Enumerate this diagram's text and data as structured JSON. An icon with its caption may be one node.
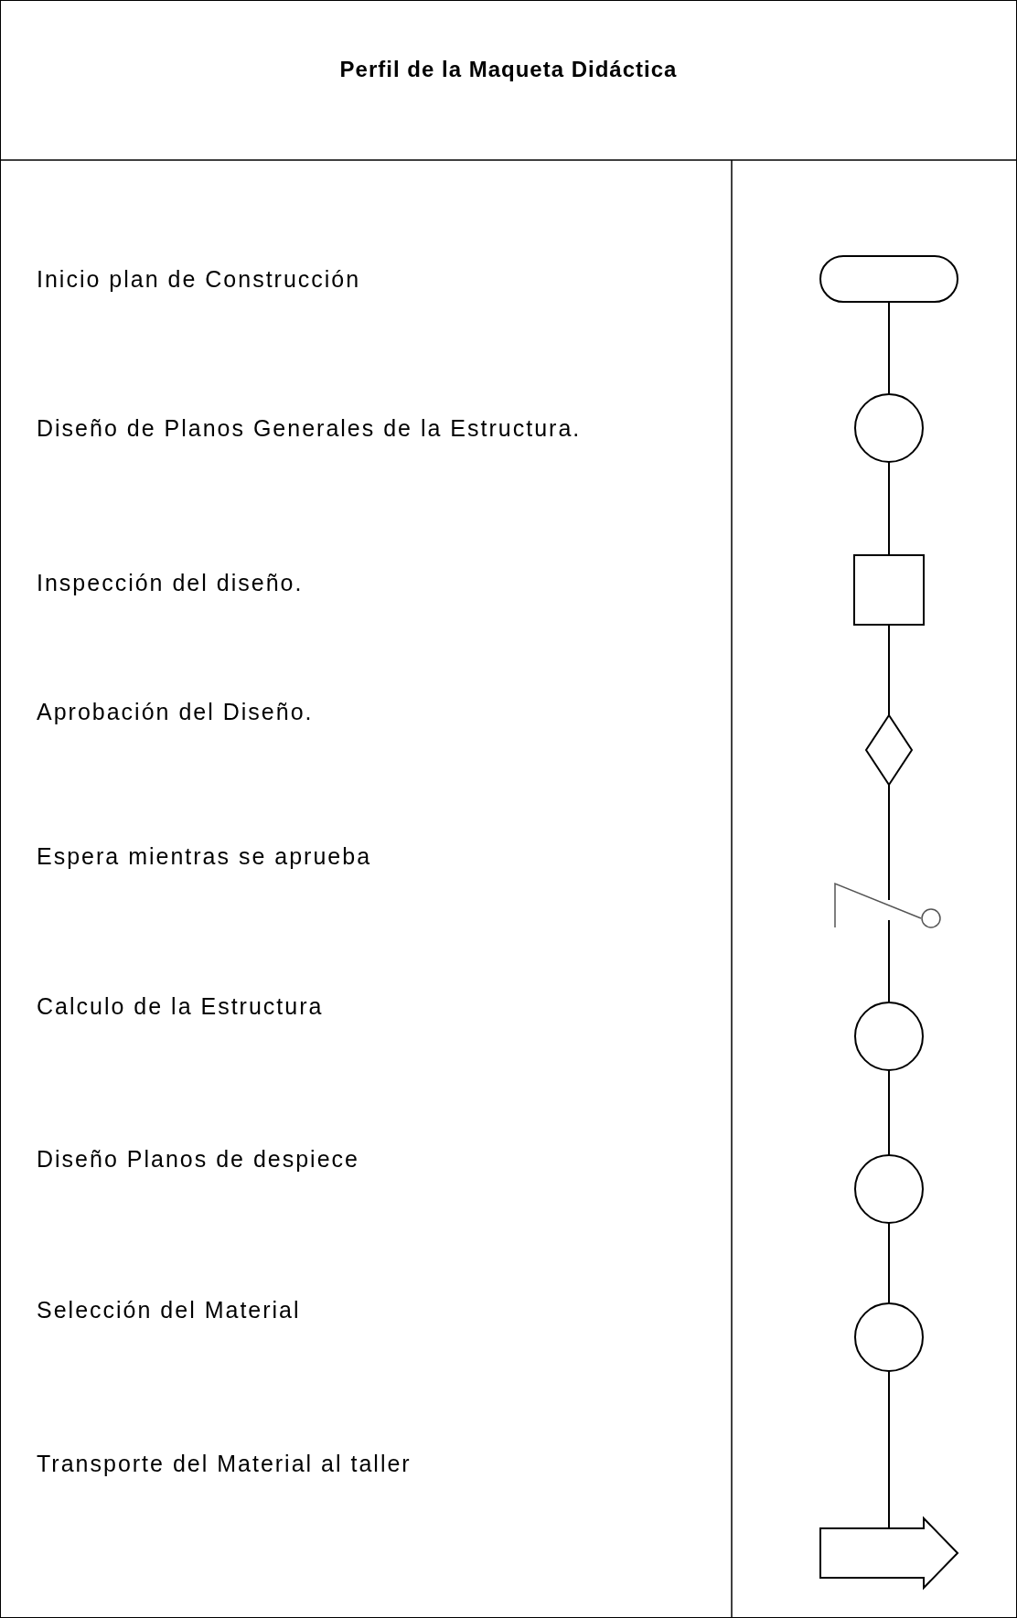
{
  "diagram": {
    "title": "Perfil de la Maqueta Didáctica",
    "nodes": [
      {
        "text": [],
        "shape": "terminal"
      },
      {
        "text": [],
        "shape": "circle"
      },
      {
        "text": [],
        "shape": "box"
      },
      {
        "text": [],
        "shape": "diamond"
      },
      {
        "text": [],
        "shape": "switch"
      },
      {
        "text": [],
        "shape": "circle"
      },
      {
        "text": [],
        "shape": "circle"
      },
      {
        "text": [],
        "shape": "circle"
      },
      {
        "text": [],
        "shape": "arrow"
      }
    ],
    "edges": [
      {
        "from": 0,
        "to": 1,
        "arrow": "none"
      },
      {
        "from": 1,
        "to": 2,
        "arrow": "none"
      },
      {
        "from": 2,
        "to": 3,
        "arrow": "none"
      },
      {
        "from": 3,
        "to": 4,
        "arrow": "none"
      },
      {
        "from": 4,
        "to": 5,
        "arrow": "none"
      },
      {
        "from": 5,
        "to": 6,
        "arrow": "none"
      },
      {
        "from": 6,
        "to": 7,
        "arrow": "none"
      },
      {
        "from": 7,
        "to": 8,
        "arrow": "none"
      }
    ],
    "labels": [
      "Inicio plan de Construcción",
      "Diseño de Planos Generales de la Estructura.",
      "Inspección del diseño.",
      "Aprobación del Diseño.",
      "Espera mientras se aprueba",
      "Calculo de la Estructura",
      "Diseño Planos de despiece",
      "Selección del Material",
      "Transporte del Material al taller"
    ]
  }
}
